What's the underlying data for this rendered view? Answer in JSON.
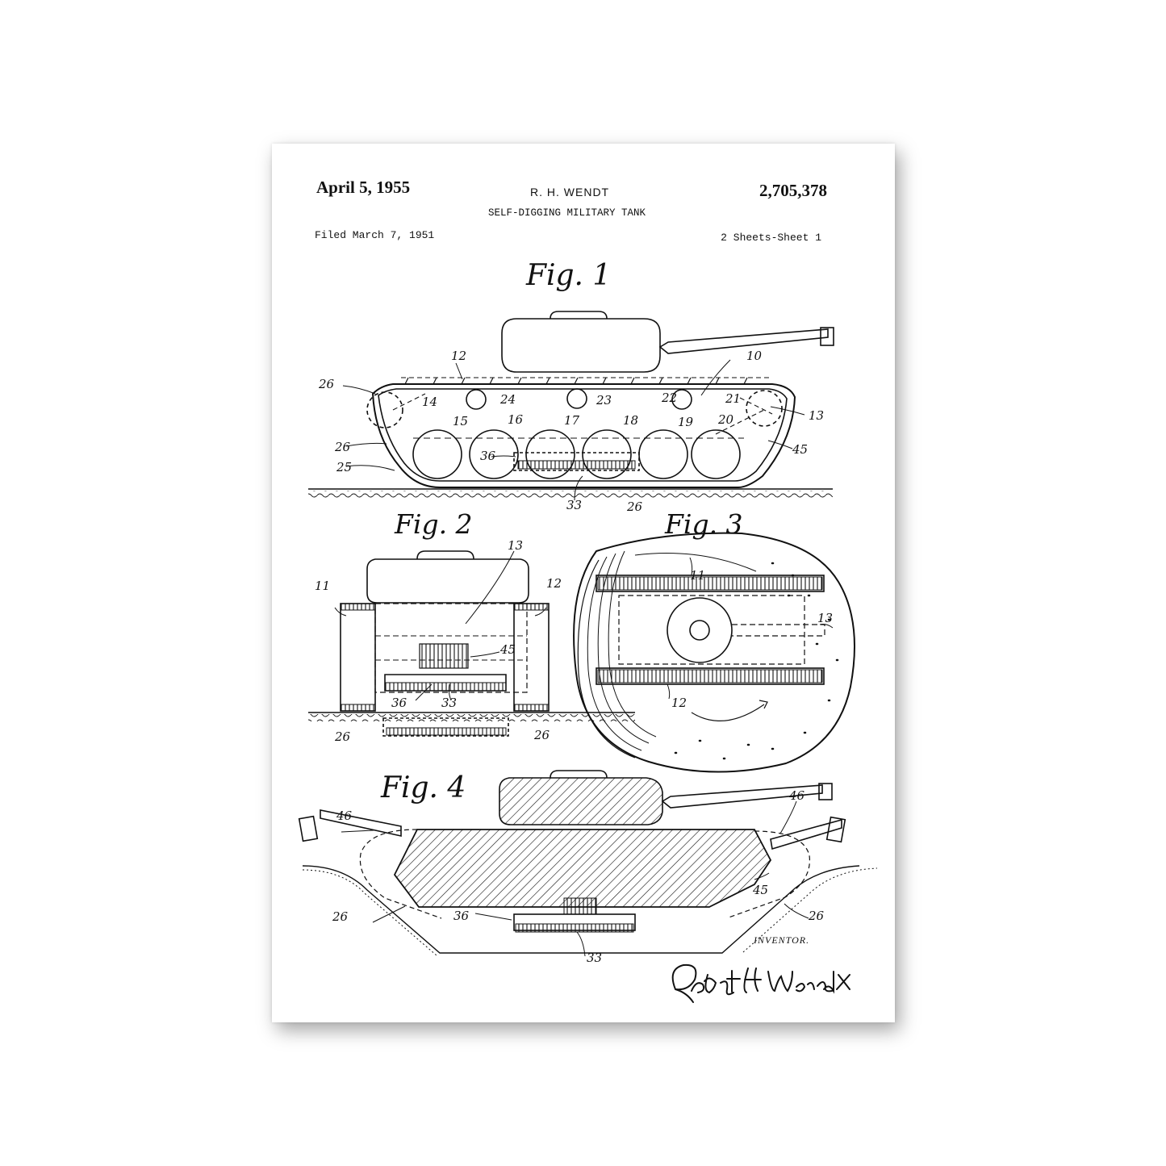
{
  "patent": {
    "date": "April 5, 1955",
    "inventor_name": "R. H. WENDT",
    "title": "SELF-DIGGING MILITARY TANK",
    "number": "2,705,378",
    "filed": "Filed March 7, 1951",
    "sheets": "2 Sheets-Sheet 1",
    "inventor_label": "INVENTOR.",
    "signature": "Robert H. Wendt"
  },
  "figures": {
    "fig1": {
      "label": "Fig. 1",
      "refs": [
        "12",
        "26",
        "10",
        "14",
        "24",
        "23",
        "22",
        "21",
        "13",
        "15",
        "16",
        "17",
        "18",
        "19",
        "20",
        "26",
        "45",
        "36",
        "25",
        "33",
        "26"
      ]
    },
    "fig2": {
      "label": "Fig. 2",
      "refs": [
        "13",
        "11",
        "12",
        "45",
        "36",
        "33",
        "26",
        "26"
      ]
    },
    "fig3": {
      "label": "Fig. 3",
      "refs": [
        "11",
        "13",
        "12"
      ]
    },
    "fig4": {
      "label": "Fig. 4",
      "refs": [
        "46",
        "46",
        "45",
        "36",
        "26",
        "26",
        "33"
      ]
    }
  },
  "colors": {
    "ink": "#111111",
    "paper": "#ffffff",
    "background": "#ffffff"
  }
}
